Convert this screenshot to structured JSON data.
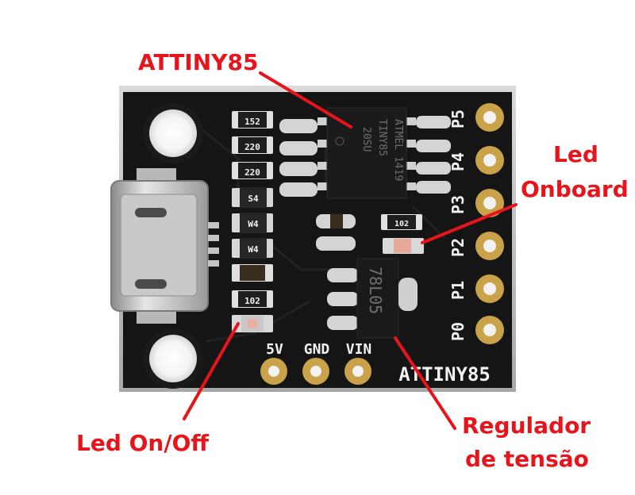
{
  "callouts": {
    "attiny85": "ATTINY85",
    "led_onboard_line1": "Led",
    "led_onboard_line2": "Onboard",
    "led_onoff": "Led On/Off",
    "regulador_line1": "Regulador",
    "regulador_line2": "de tensão"
  },
  "board": {
    "chip_lines": [
      "ATMEL 1419",
      "TINY85",
      "20SU"
    ],
    "silk_title": "ATTINY85",
    "power_pins": [
      "5V",
      "GND",
      "VIN"
    ],
    "io_pins": [
      "P5",
      "P4",
      "P3",
      "P2",
      "P1",
      "P0"
    ],
    "regulator_marking": "78L05",
    "resistor_codes": [
      "152",
      "220",
      "220",
      "102",
      "102"
    ],
    "diode_codes": [
      "S4",
      "W4",
      "W4"
    ]
  },
  "colors": {
    "callout_text": "#e8141c",
    "pcb": "#161616",
    "pad_gold": "#c9a24a",
    "led_body": "#d9d9d9"
  }
}
